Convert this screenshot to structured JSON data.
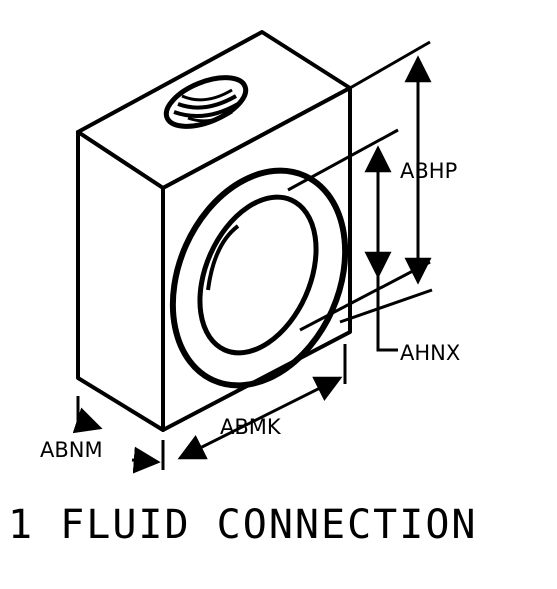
{
  "dimensions": {
    "height": "ABHP",
    "offset": "AHNX",
    "width": "ABMK",
    "depth": "ABNM"
  },
  "caption": "1 FLUID CONNECTION"
}
